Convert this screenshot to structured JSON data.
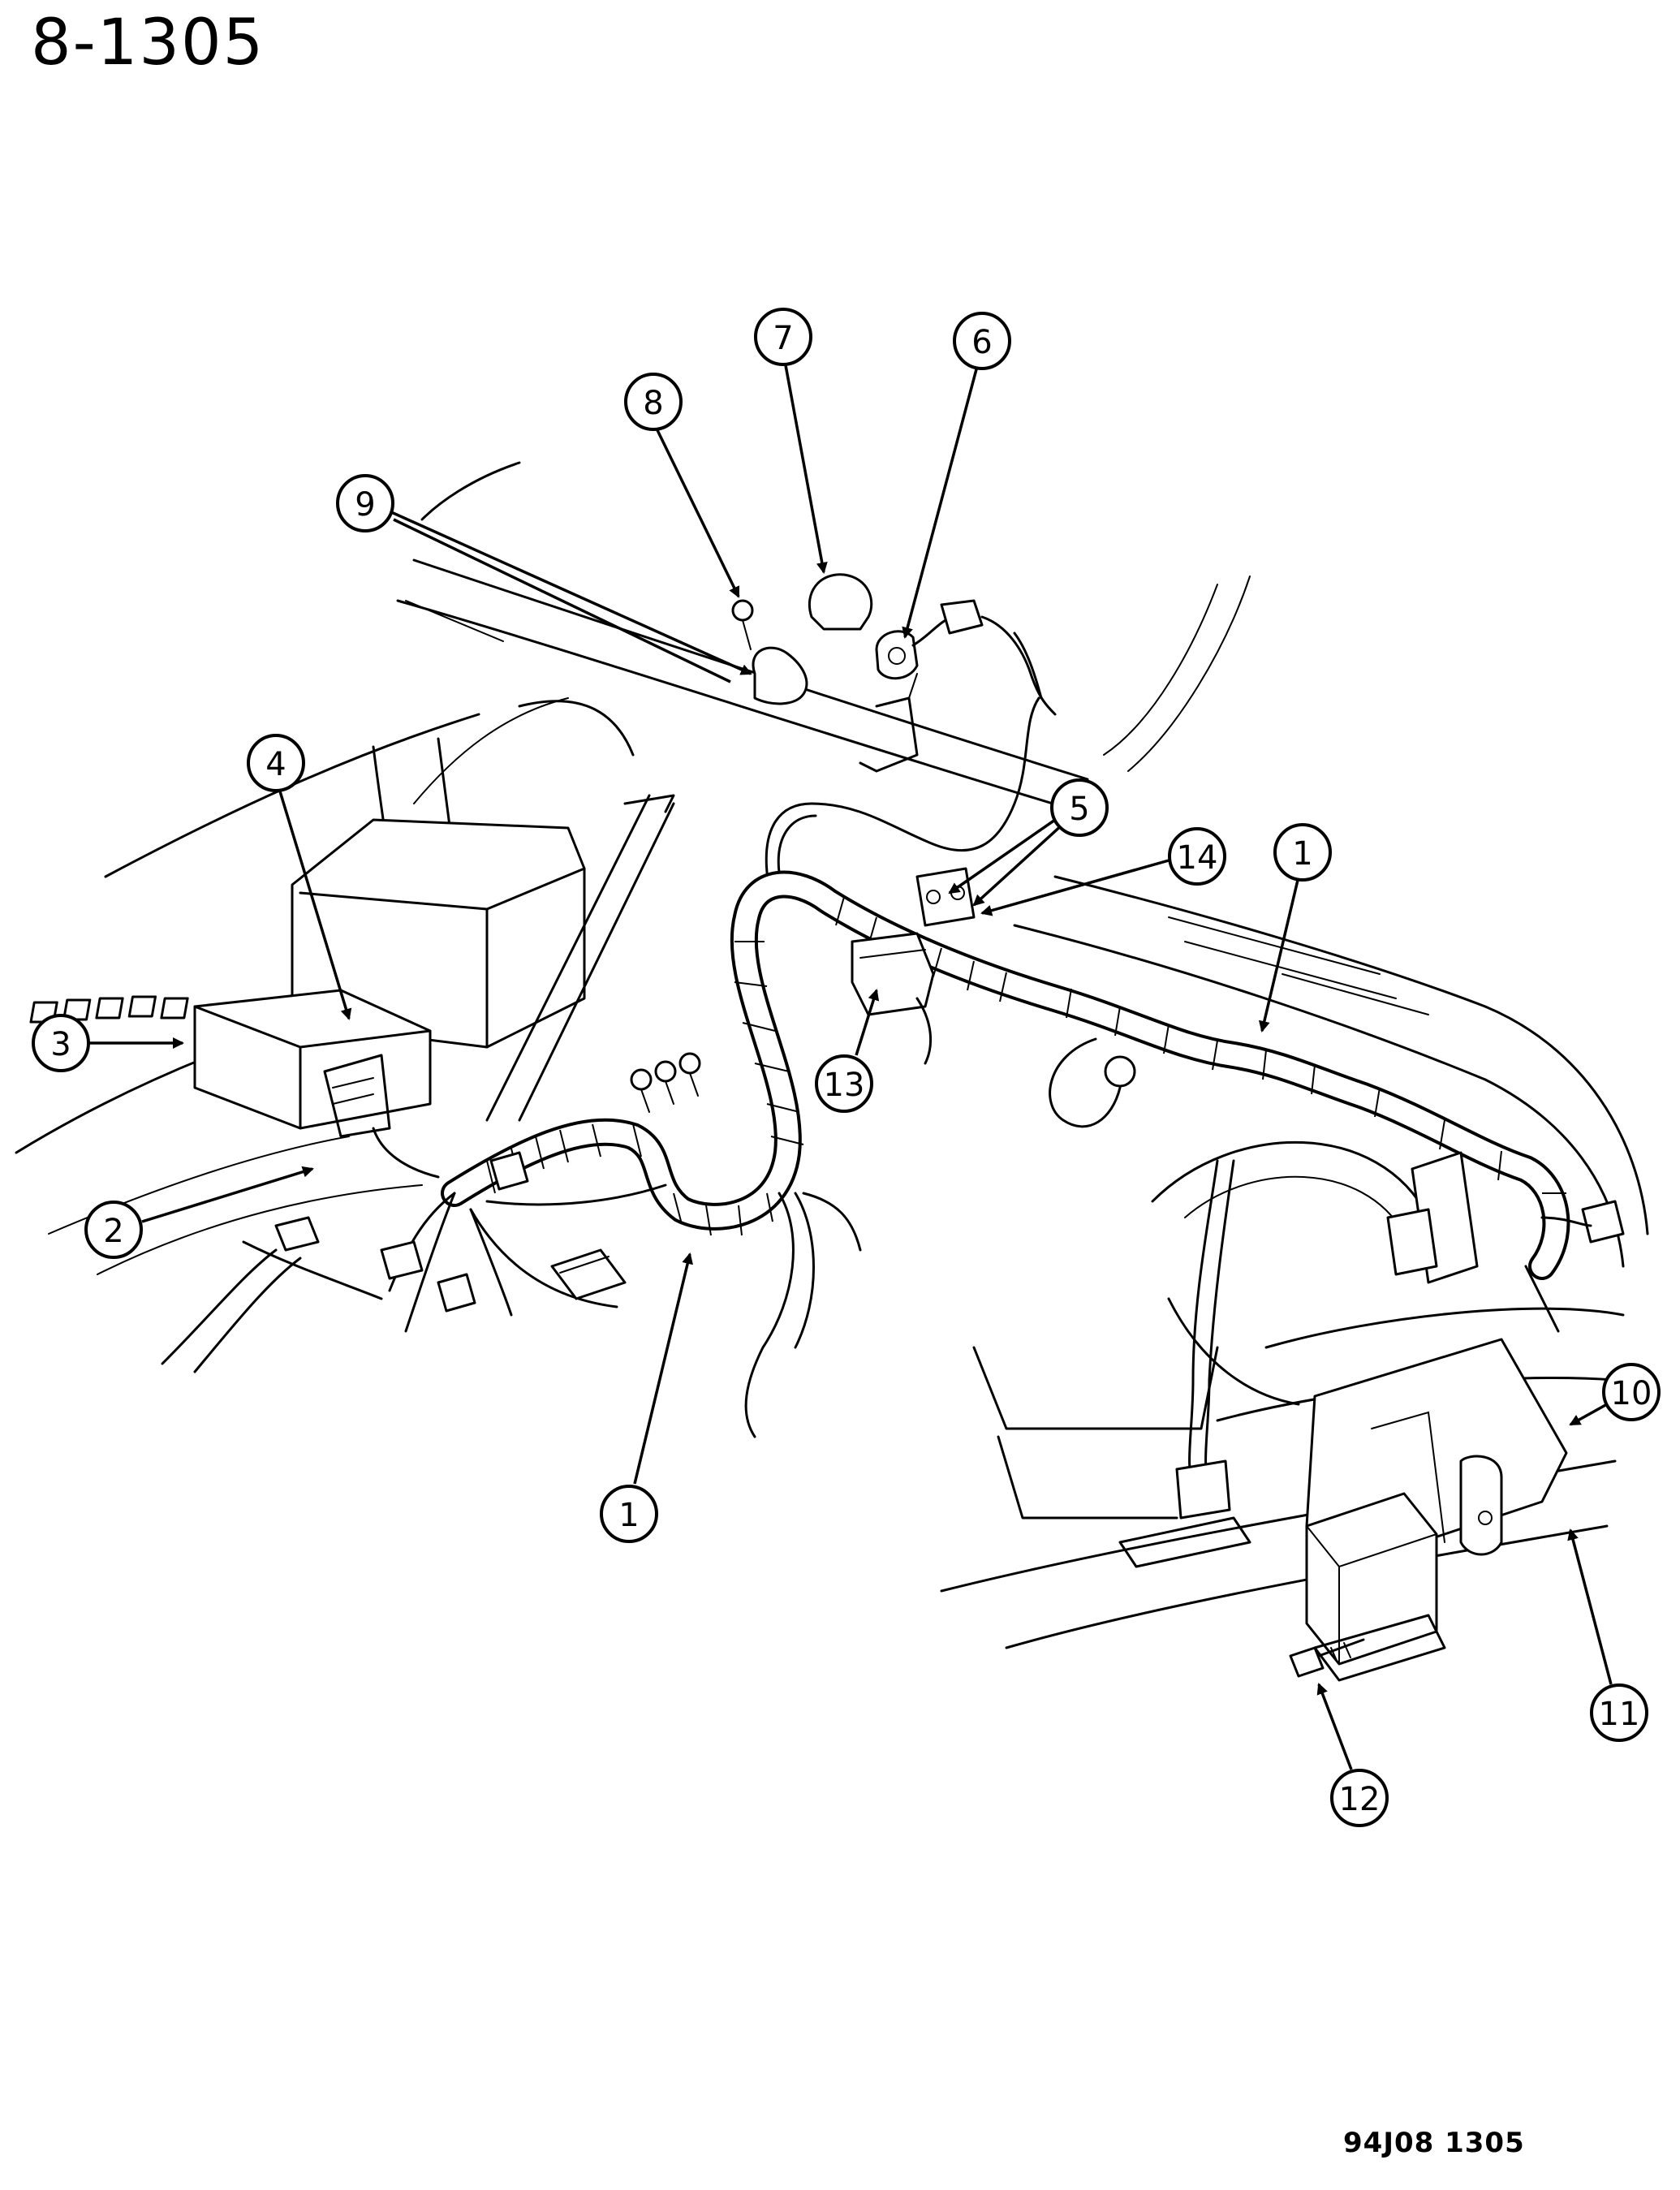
{
  "page_title": "8-1305",
  "figure_code": "94J08  1305",
  "callouts": [
    {
      "id": "c1a",
      "label": "1"
    },
    {
      "id": "c1b",
      "label": "1"
    },
    {
      "id": "c2",
      "label": "2"
    },
    {
      "id": "c3",
      "label": "3"
    },
    {
      "id": "c4",
      "label": "4"
    },
    {
      "id": "c5",
      "label": "5"
    },
    {
      "id": "c6",
      "label": "6"
    },
    {
      "id": "c7",
      "label": "7"
    },
    {
      "id": "c8",
      "label": "8"
    },
    {
      "id": "c9",
      "label": "9"
    },
    {
      "id": "c10",
      "label": "10"
    },
    {
      "id": "c11",
      "label": "11"
    },
    {
      "id": "c12",
      "label": "12"
    },
    {
      "id": "c13",
      "label": "13"
    },
    {
      "id": "c14",
      "label": "14"
    }
  ]
}
